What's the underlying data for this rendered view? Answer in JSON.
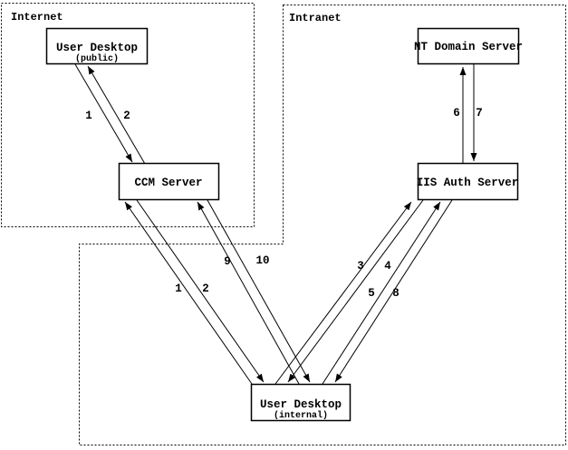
{
  "diagram": {
    "title": "Authentication network flow diagram",
    "background_color": "#ffffff",
    "line_color": "#000000",
    "regions": [
      {
        "id": "internet",
        "label": "Internet"
      },
      {
        "id": "intranet",
        "label": "Intranet"
      }
    ],
    "nodes": [
      {
        "id": "user_desktop_public",
        "label": "User Desktop",
        "sublabel": "(public)",
        "region": "internet"
      },
      {
        "id": "ccm_server",
        "label": "CCM Server",
        "region": "internet"
      },
      {
        "id": "nt_domain_server",
        "label": "NT Domain Server",
        "region": "intranet"
      },
      {
        "id": "iis_auth_server",
        "label": "IIS Auth Server",
        "region": "intranet"
      },
      {
        "id": "user_desktop_internal",
        "label": "User Desktop",
        "sublabel": "(internal)",
        "region": "intranet"
      }
    ],
    "edges": [
      {
        "label": "1",
        "from": "user_desktop_public",
        "to": "ccm_server"
      },
      {
        "label": "2",
        "from": "ccm_server",
        "to": "user_desktop_public"
      },
      {
        "label": "1",
        "from": "user_desktop_internal",
        "to": "ccm_server"
      },
      {
        "label": "2",
        "from": "ccm_server",
        "to": "user_desktop_internal"
      },
      {
        "label": "9",
        "from": "user_desktop_internal",
        "to": "ccm_server"
      },
      {
        "label": "10",
        "from": "ccm_server",
        "to": "user_desktop_internal"
      },
      {
        "label": "3",
        "from": "user_desktop_internal",
        "to": "iis_auth_server"
      },
      {
        "label": "4",
        "from": "iis_auth_server",
        "to": "user_desktop_internal"
      },
      {
        "label": "5",
        "from": "user_desktop_internal",
        "to": "iis_auth_server"
      },
      {
        "label": "8",
        "from": "iis_auth_server",
        "to": "user_desktop_internal"
      },
      {
        "label": "6",
        "from": "iis_auth_server",
        "to": "nt_domain_server"
      },
      {
        "label": "7",
        "from": "nt_domain_server",
        "to": "iis_auth_server"
      }
    ]
  }
}
